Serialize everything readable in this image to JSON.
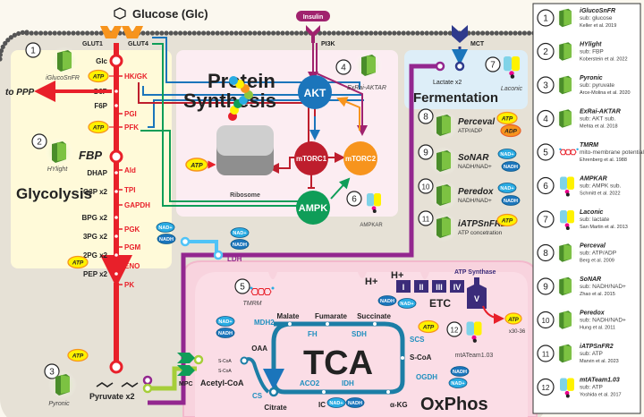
{
  "extracellular": {
    "glucose": "Glucose (Glc)",
    "insulin": "Insulin",
    "pi3k": "PI3K",
    "mct": "MCT",
    "glut1": "GLUT1",
    "glut4": "GLUT4"
  },
  "glycolysis": {
    "title": "Glycolysis",
    "to_ppp": "to PPP",
    "metabolites": [
      "Glc",
      "G6P",
      "F6P",
      "FBP",
      "DHAP",
      "G3P x2",
      "BPG x2",
      "3PG x2",
      "2PG x2",
      "PEP x2"
    ],
    "enzymes": [
      "HK/GK",
      "PGI",
      "PFK",
      "Ald",
      "TPI",
      "GAPDH",
      "PGK",
      "PGM",
      "ENO",
      "PK"
    ],
    "pyruvate": "Pyruvate x2",
    "atp": "ATP",
    "nad_plus": "NAD+",
    "nadh": "NADH"
  },
  "protein_synthesis": {
    "title_line1": "Protein",
    "title_line2": "Synthesis",
    "nodes": {
      "akt": "AKT",
      "mtorc1": "mTORC1",
      "mtorc2": "mTORC2",
      "ampk": "AMPK"
    },
    "ribosome": "Ribosome",
    "atp": "ATP"
  },
  "fermentation": {
    "title": "Fermentation",
    "lactate": "Lactate x2",
    "ldh": "LDH"
  },
  "sensors_inline": [
    {
      "num": "1",
      "name": "iGlucoSnFR"
    },
    {
      "num": "2",
      "name": "HYlight"
    },
    {
      "num": "3",
      "name": "Pyronic"
    },
    {
      "num": "4",
      "name": "ExRai-AKTAR"
    },
    {
      "num": "5",
      "name": "TMRM"
    },
    {
      "num": "6",
      "name": "AMPKAR"
    },
    {
      "num": "7",
      "name": "Laconic"
    },
    {
      "num": "12",
      "name": "mtATeam1.03"
    }
  ],
  "sensor_cards": [
    {
      "num": "8",
      "name": "Perceval",
      "sub": "ATP/ADP",
      "badges": [
        "ATP",
        "ADP"
      ]
    },
    {
      "num": "9",
      "name": "SoNAR",
      "sub": "NADH/NAD+",
      "badges": [
        "NAD+",
        "NADH"
      ]
    },
    {
      "num": "10",
      "name": "Peredox",
      "sub": "NADH/NAD+",
      "badges": [
        "NAD+",
        "NADH"
      ]
    },
    {
      "num": "11",
      "name": "iATPSnFR2",
      "sub": "ATP concetration",
      "badges": [
        "ATP"
      ]
    }
  ],
  "mito": {
    "tca": "TCA",
    "oxphos": "OxPhos",
    "etc": "ETC",
    "atp_synthase": "ATP Synthase",
    "complexes": [
      "I",
      "II",
      "III",
      "IV",
      "V"
    ],
    "h_plus": "H+",
    "atp_yield": "x30-36",
    "mpc": "MPC",
    "acetyl_coa": "Acetyl-CoA",
    "s_coa": "S-CoA",
    "metabolites": {
      "malate": "Malate",
      "fumarate": "Fumarate",
      "succinate": "Succinate",
      "oaa": "OAA",
      "citrate": "Citrate",
      "ic": "IC",
      "akg": "α-KG",
      "scoa": "S-CoA"
    },
    "enzymes": {
      "mdh2": "MDH2",
      "fh": "FH",
      "sdh": "SDH",
      "scs": "SCS",
      "cs": "CS",
      "aco2": "ACO2",
      "idh": "IDH",
      "ogdh": "OGDH"
    }
  },
  "legend": [
    {
      "num": "1",
      "name": "iGlucoSnFR",
      "sub": "sub: glucose",
      "ref": "Keller et al. 2019",
      "kind": "gfp"
    },
    {
      "num": "2",
      "name": "HYlight",
      "sub": "sub: FBP",
      "ref": "Koberstein et al. 2022",
      "kind": "gfp"
    },
    {
      "num": "3",
      "name": "Pyronic",
      "sub": "sub: pyruvate",
      "ref": "Arce-Molina et al. 2020",
      "kind": "gfp"
    },
    {
      "num": "4",
      "name": "ExRai-AKTAR",
      "sub": "sub: AKT sub.",
      "ref": "Mehta et al. 2018",
      "kind": "gfp"
    },
    {
      "num": "5",
      "name": "TMRM",
      "sub": "mito-membrane potential (mV)",
      "ref": "Ehrenberg et al. 1988",
      "kind": "dye"
    },
    {
      "num": "6",
      "name": "AMPKAR",
      "sub": "sub: AMPK sub.",
      "ref": "Schmitt et al. 2022",
      "kind": "fret"
    },
    {
      "num": "7",
      "name": "Laconic",
      "sub": "sub: lactate",
      "ref": "San Martin et al. 2013",
      "kind": "fret"
    },
    {
      "num": "8",
      "name": "Perceval",
      "sub": "sub: ATP/ADP",
      "ref": "Berg et al. 2009",
      "kind": "gfp"
    },
    {
      "num": "9",
      "name": "SoNAR",
      "sub": "sub: NADH/NAD+",
      "ref": "Zhao et al. 2015",
      "kind": "gfp"
    },
    {
      "num": "10",
      "name": "Peredox",
      "sub": "sub: NADH/NAD+",
      "ref": "Hung et al. 2011",
      "kind": "gfp"
    },
    {
      "num": "11",
      "name": "iATPSnFR2",
      "sub": "sub: ATP",
      "ref": "Marvin et al. 2023",
      "kind": "gfp"
    },
    {
      "num": "12",
      "name": "mtATeam1.03",
      "sub": "sub: ATP",
      "ref": "Yoshida et al. 2017",
      "kind": "fret"
    }
  ],
  "colors": {
    "glycolysis": "#e8202a",
    "akt": "#1b75bb",
    "mtorc1": "#be1e2d",
    "mtorc2": "#f7941d",
    "ampk": "#0f9d58",
    "insulin": "#a0226e",
    "lactate_path": "#93278f",
    "pyruvate_mito": "#a6ce39",
    "tca": "#1c7ea6",
    "etc": "#3b2c7a",
    "atp_fill": "#fff200",
    "nad_fill": "#29abe2"
  }
}
